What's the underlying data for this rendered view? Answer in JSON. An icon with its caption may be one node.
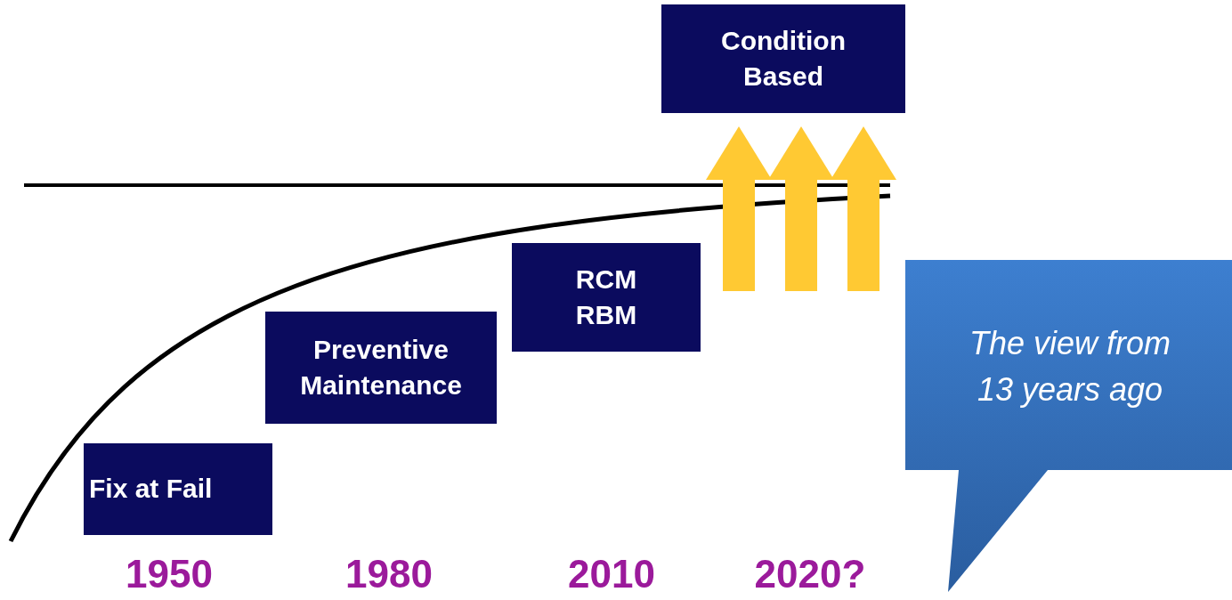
{
  "diagram": {
    "nodes": [
      {
        "text": [
          "Fix at Fail"
        ]
      },
      {
        "text": [
          "Preventive Maintenance"
        ]
      },
      {
        "text": [
          "RCM RBM"
        ]
      },
      {
        "text": [
          "Condition Based"
        ]
      },
      {
        "text": [
          "The view from 13 years ago"
        ]
      }
    ],
    "edges": [
      {
        "from": null,
        "to": 3,
        "arrow": "to"
      },
      {
        "from": null,
        "to": 3,
        "arrow": "to"
      },
      {
        "from": null,
        "to": 3,
        "arrow": "to"
      }
    ],
    "labels": [
      "1950",
      "1980",
      "2010",
      "2020?"
    ]
  }
}
